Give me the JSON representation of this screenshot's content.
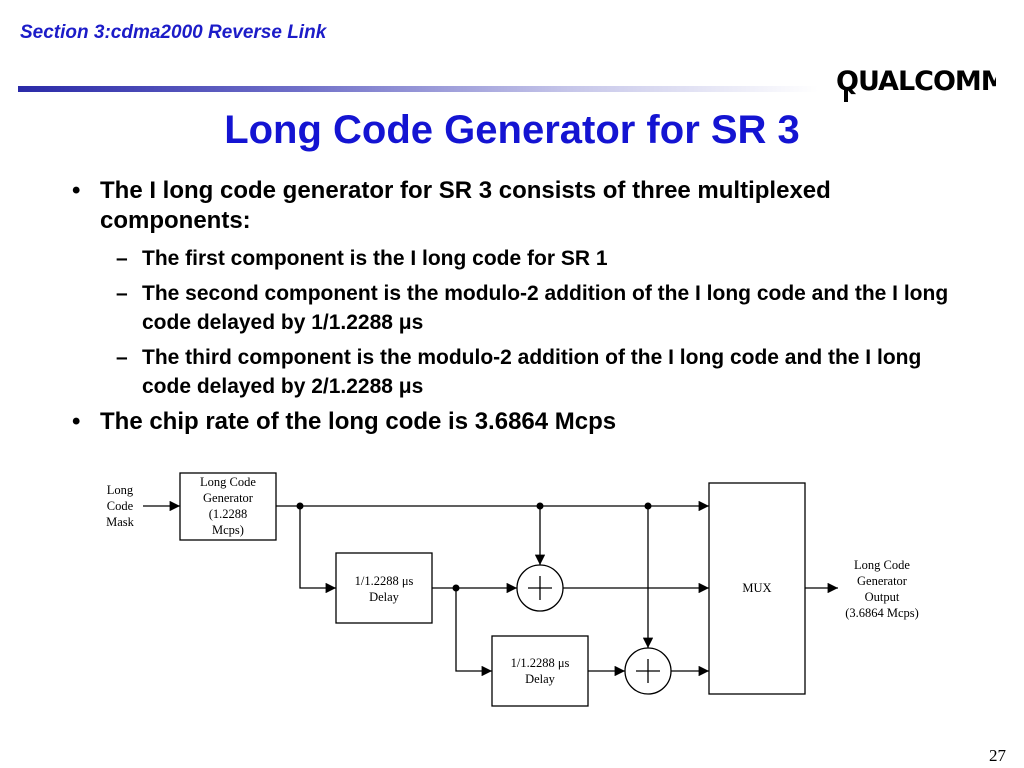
{
  "header": {
    "section": "Section 3:cdma2000 Reverse Link",
    "logo_text": "QUALCOMM"
  },
  "title": "Long Code Generator for SR 3",
  "bullets": [
    {
      "text": "The I long code generator for SR 3 consists of three multiplexed components:",
      "subs": [
        "The first component is the I long code for SR 1",
        "The second component is the modulo-2 addition of the I long code and the I long code delayed by 1/1.2288 μs",
        "The third component is the modulo-2 addition of the I long code and the I long code delayed by 2/1.2288 μs"
      ]
    },
    {
      "text": "The chip rate of the long code is 3.6864 Mcps"
    }
  ],
  "diagram": {
    "input_label": [
      "Long",
      "Code",
      "Mask"
    ],
    "generator": [
      "Long Code",
      "Generator",
      "(1.2288",
      "Mcps)"
    ],
    "delay1": [
      "1/1.2288 μs",
      "Delay"
    ],
    "delay2": [
      "1/1.2288 μs",
      "Delay"
    ],
    "mux": "MUX",
    "output_label": [
      "Long Code",
      "Generator",
      "Output",
      "(3.6864 Mcps)"
    ]
  },
  "page_number": "27",
  "colors": {
    "title": "#1414d2",
    "section": "#1c1cc8",
    "rule": "#2a2aa8"
  }
}
